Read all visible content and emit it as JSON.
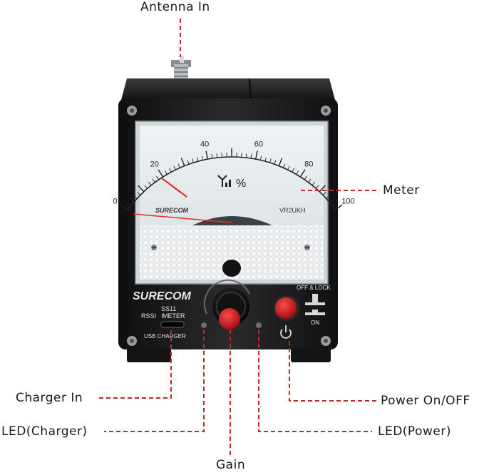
{
  "callouts": {
    "antenna_in": "Antenna In",
    "meter": "Meter",
    "charger_in": "Charger In",
    "led_charger": "LED(Charger)",
    "gain": "Gain",
    "power_on_off": "Power On/OFF",
    "led_power": "LED(Power)"
  },
  "device": {
    "brand": "SURECOM",
    "model": "SS11",
    "rssi_label": "RSSI",
    "meter_label": "METER",
    "usb_label": "USB CHARGER",
    "switch_off_label": "OFF & LOCK",
    "switch_on_label": "ON"
  },
  "meter_face": {
    "scale_ticks": [
      "0",
      "20",
      "40",
      "60",
      "80",
      "100"
    ],
    "unit": "%",
    "brand": "SURECOM",
    "model": "VR2UKH",
    "needle_value": 0
  },
  "colors": {
    "callout_line": "#c0282d",
    "case": "#1c1c1e",
    "button_red": "#d0141c"
  }
}
